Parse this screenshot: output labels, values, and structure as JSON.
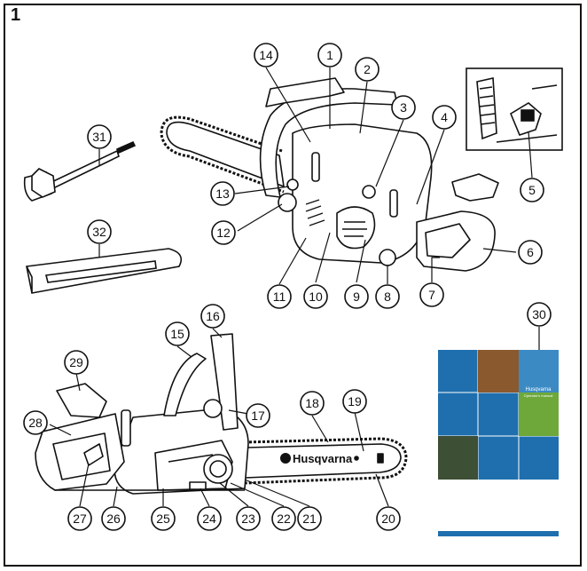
{
  "figure_number": "1",
  "brand_label": "Husqvarna",
  "manual_brand": "Husqvarna",
  "manual_subtext": "Operator's manual",
  "colors": {
    "line": "#111111",
    "manual_blue": "#1f6fae",
    "manual_blue_light": "#3b8ac4",
    "manual_leaves": "#8a5a2e",
    "manual_grass": "#6ea83a",
    "manual_forest": "#3d4f35"
  },
  "callouts": [
    "1",
    "2",
    "3",
    "4",
    "5",
    "6",
    "7",
    "8",
    "9",
    "10",
    "11",
    "12",
    "13",
    "14",
    "15",
    "16",
    "17",
    "18",
    "19",
    "20",
    "21",
    "22",
    "23",
    "24",
    "25",
    "26",
    "27",
    "28",
    "29",
    "30",
    "31",
    "32"
  ]
}
